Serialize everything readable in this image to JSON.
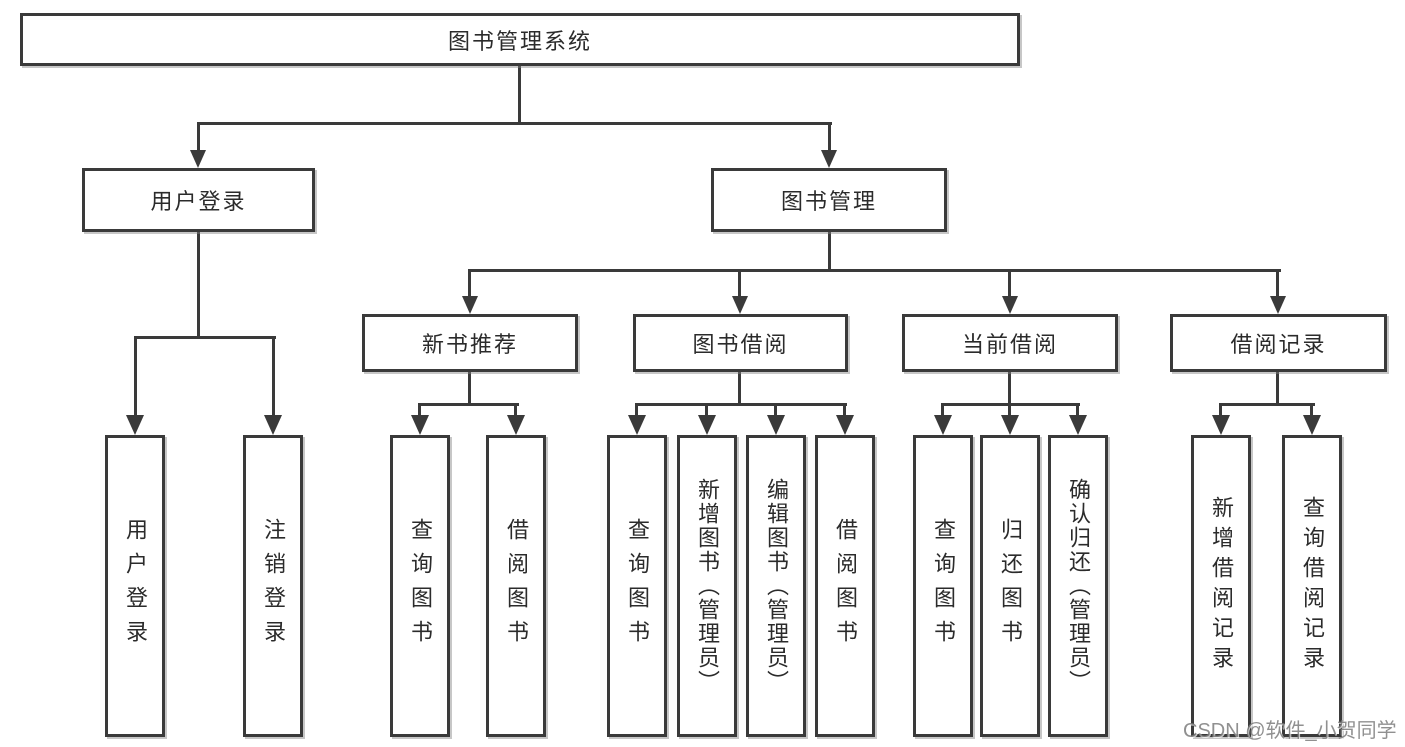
{
  "diagram": {
    "type": "hierarchy-tree",
    "root": {
      "label": "图书管理系统"
    },
    "branches": [
      {
        "label": "用户登录",
        "children": [
          {
            "label": "用户登录"
          },
          {
            "label": "注销登录"
          }
        ]
      },
      {
        "label": "图书管理",
        "children": [
          {
            "label": "新书推荐",
            "children": [
              {
                "label": "查询图书"
              },
              {
                "label": "借阅图书"
              }
            ]
          },
          {
            "label": "图书借阅",
            "children": [
              {
                "label": "查询图书"
              },
              {
                "label": "新增图书（管理员）"
              },
              {
                "label": "编辑图书（管理员）"
              },
              {
                "label": "借阅图书"
              }
            ]
          },
          {
            "label": "当前借阅",
            "children": [
              {
                "label": "查询图书"
              },
              {
                "label": "归还图书"
              },
              {
                "label": "确认归还（管理员）"
              }
            ]
          },
          {
            "label": "借阅记录",
            "children": [
              {
                "label": "新增借阅记录"
              },
              {
                "label": "查询借阅记录"
              }
            ]
          }
        ]
      }
    ],
    "watermark": "CSDN @软件_小贺同学",
    "colors": {
      "line": "#3a3a3a",
      "box_border": "#3a3a3a",
      "text": "#2b2b2b",
      "watermark": "#7d7d7d",
      "background": "#ffffff"
    }
  }
}
